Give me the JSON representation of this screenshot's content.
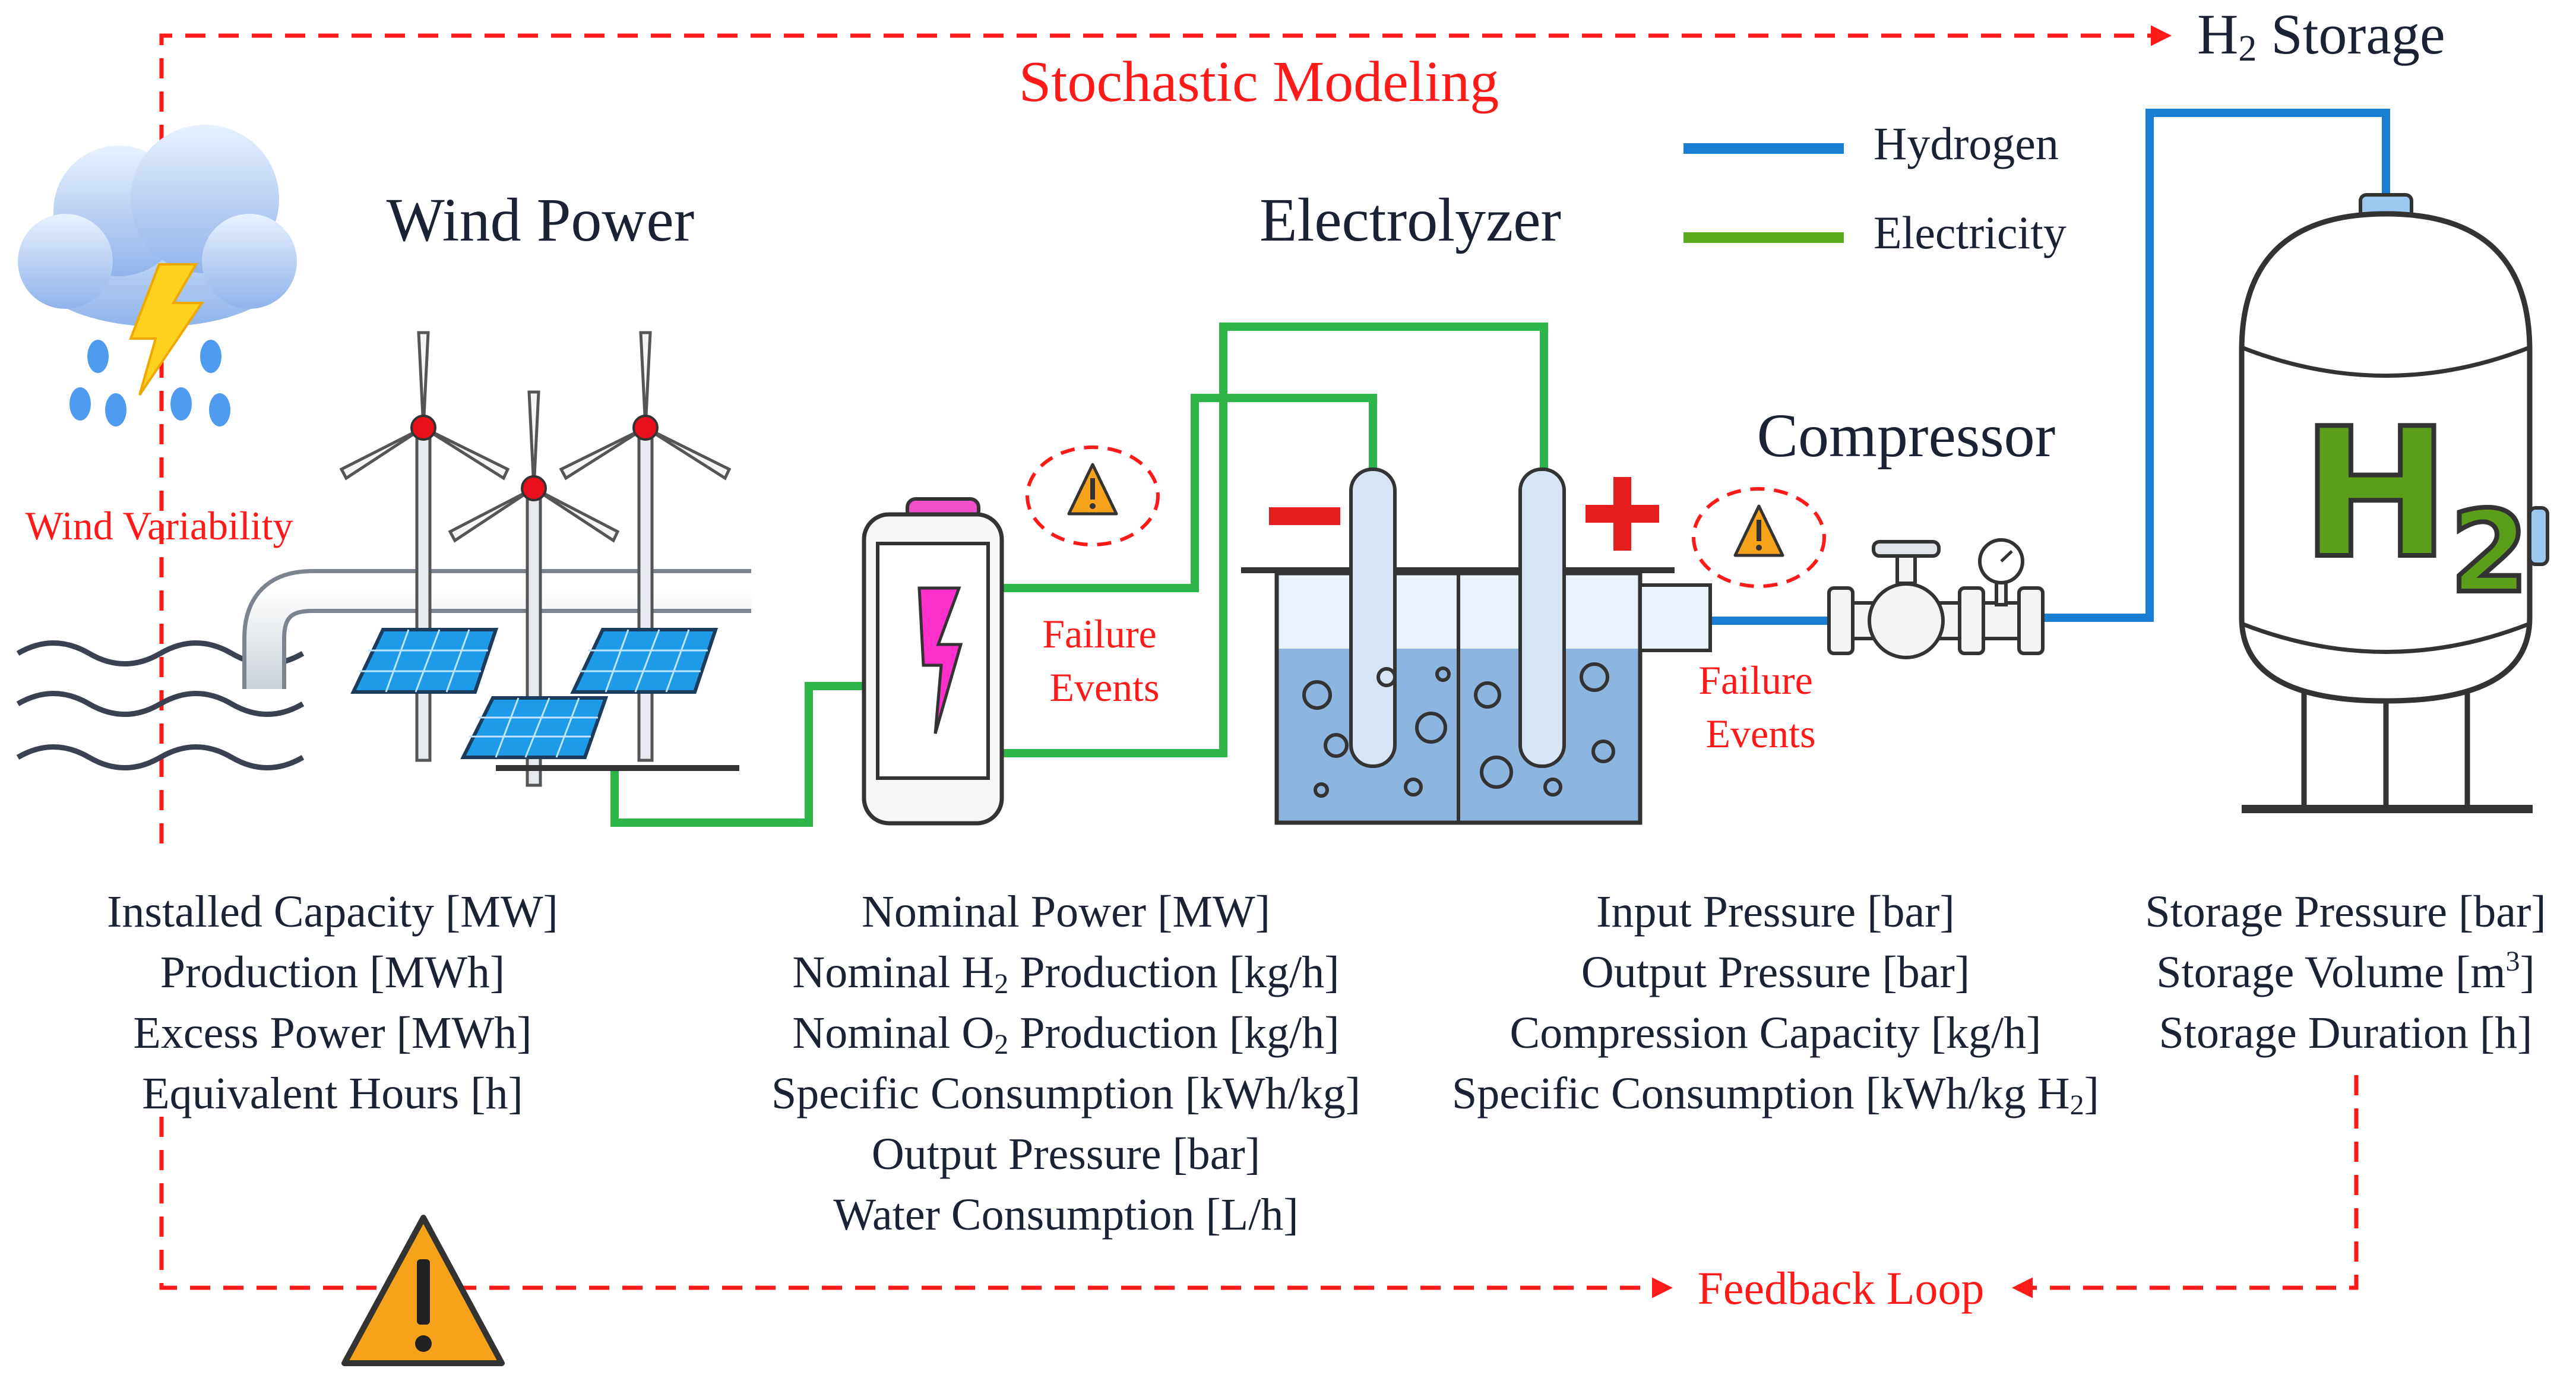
{
  "header": {
    "stochastic_modeling": "Stochastic Modeling",
    "h2_storage_title": {
      "main": "H",
      "sub": "2",
      "rest": " Storage"
    }
  },
  "legend": [
    {
      "label": "Hydrogen",
      "color": "#1a7fd4"
    },
    {
      "label": "Electricity",
      "color": "#5aaa1c"
    }
  ],
  "sections": {
    "wind_power": "Wind Power",
    "electrolyzer": "Electrolyzer",
    "compressor": "Compressor"
  },
  "annotations": {
    "wind_variability": "Wind Variability",
    "failure_events_1": [
      "Failure",
      "Events"
    ],
    "failure_events_2": [
      "Failure",
      "Events"
    ],
    "feedback_loop": "Feedback Loop"
  },
  "tank_label": {
    "main": "H",
    "sub": "2"
  },
  "electrodes": {
    "minus": "−",
    "plus": "+"
  },
  "parameters": {
    "wind": [
      "Installed Capacity [MW]",
      "Production [MWh]",
      "Excess Power [MWh]",
      "Equivalent Hours [h]"
    ],
    "electrolyzer": [
      {
        "pre": "Nominal Power [MW]"
      },
      {
        "pre": "Nominal H",
        "sub": "2",
        "post": " Production [kg/h]"
      },
      {
        "pre": "Nominal O",
        "sub": "2",
        "post": " Production [kg/h]"
      },
      {
        "pre": "Specific Consumption [kWh/kg]"
      },
      {
        "pre": "Output Pressure [bar]"
      },
      {
        "pre": "Water Consumption [L/h]"
      }
    ],
    "compressor": [
      {
        "pre": "Input Pressure [bar]"
      },
      {
        "pre": "Output Pressure [bar]"
      },
      {
        "pre": "Compression Capacity [kg/h]"
      },
      {
        "pre": "Specific Consumption [kWh/kg H",
        "sub": "2",
        "post": "]"
      }
    ],
    "storage": [
      {
        "pre": "Storage Pressure [bar]"
      },
      {
        "pre": "Storage Volume [m",
        "sup": "3",
        "post": "]"
      },
      {
        "pre": "Storage Duration [h]"
      }
    ]
  },
  "colors": {
    "hydrogen_line": "#1a7fd4",
    "electricity_line": "#2db54a",
    "dashed_red": "#ff1a1a",
    "tank_h2": "#5a9e1a",
    "warning": "#f7a21b"
  }
}
